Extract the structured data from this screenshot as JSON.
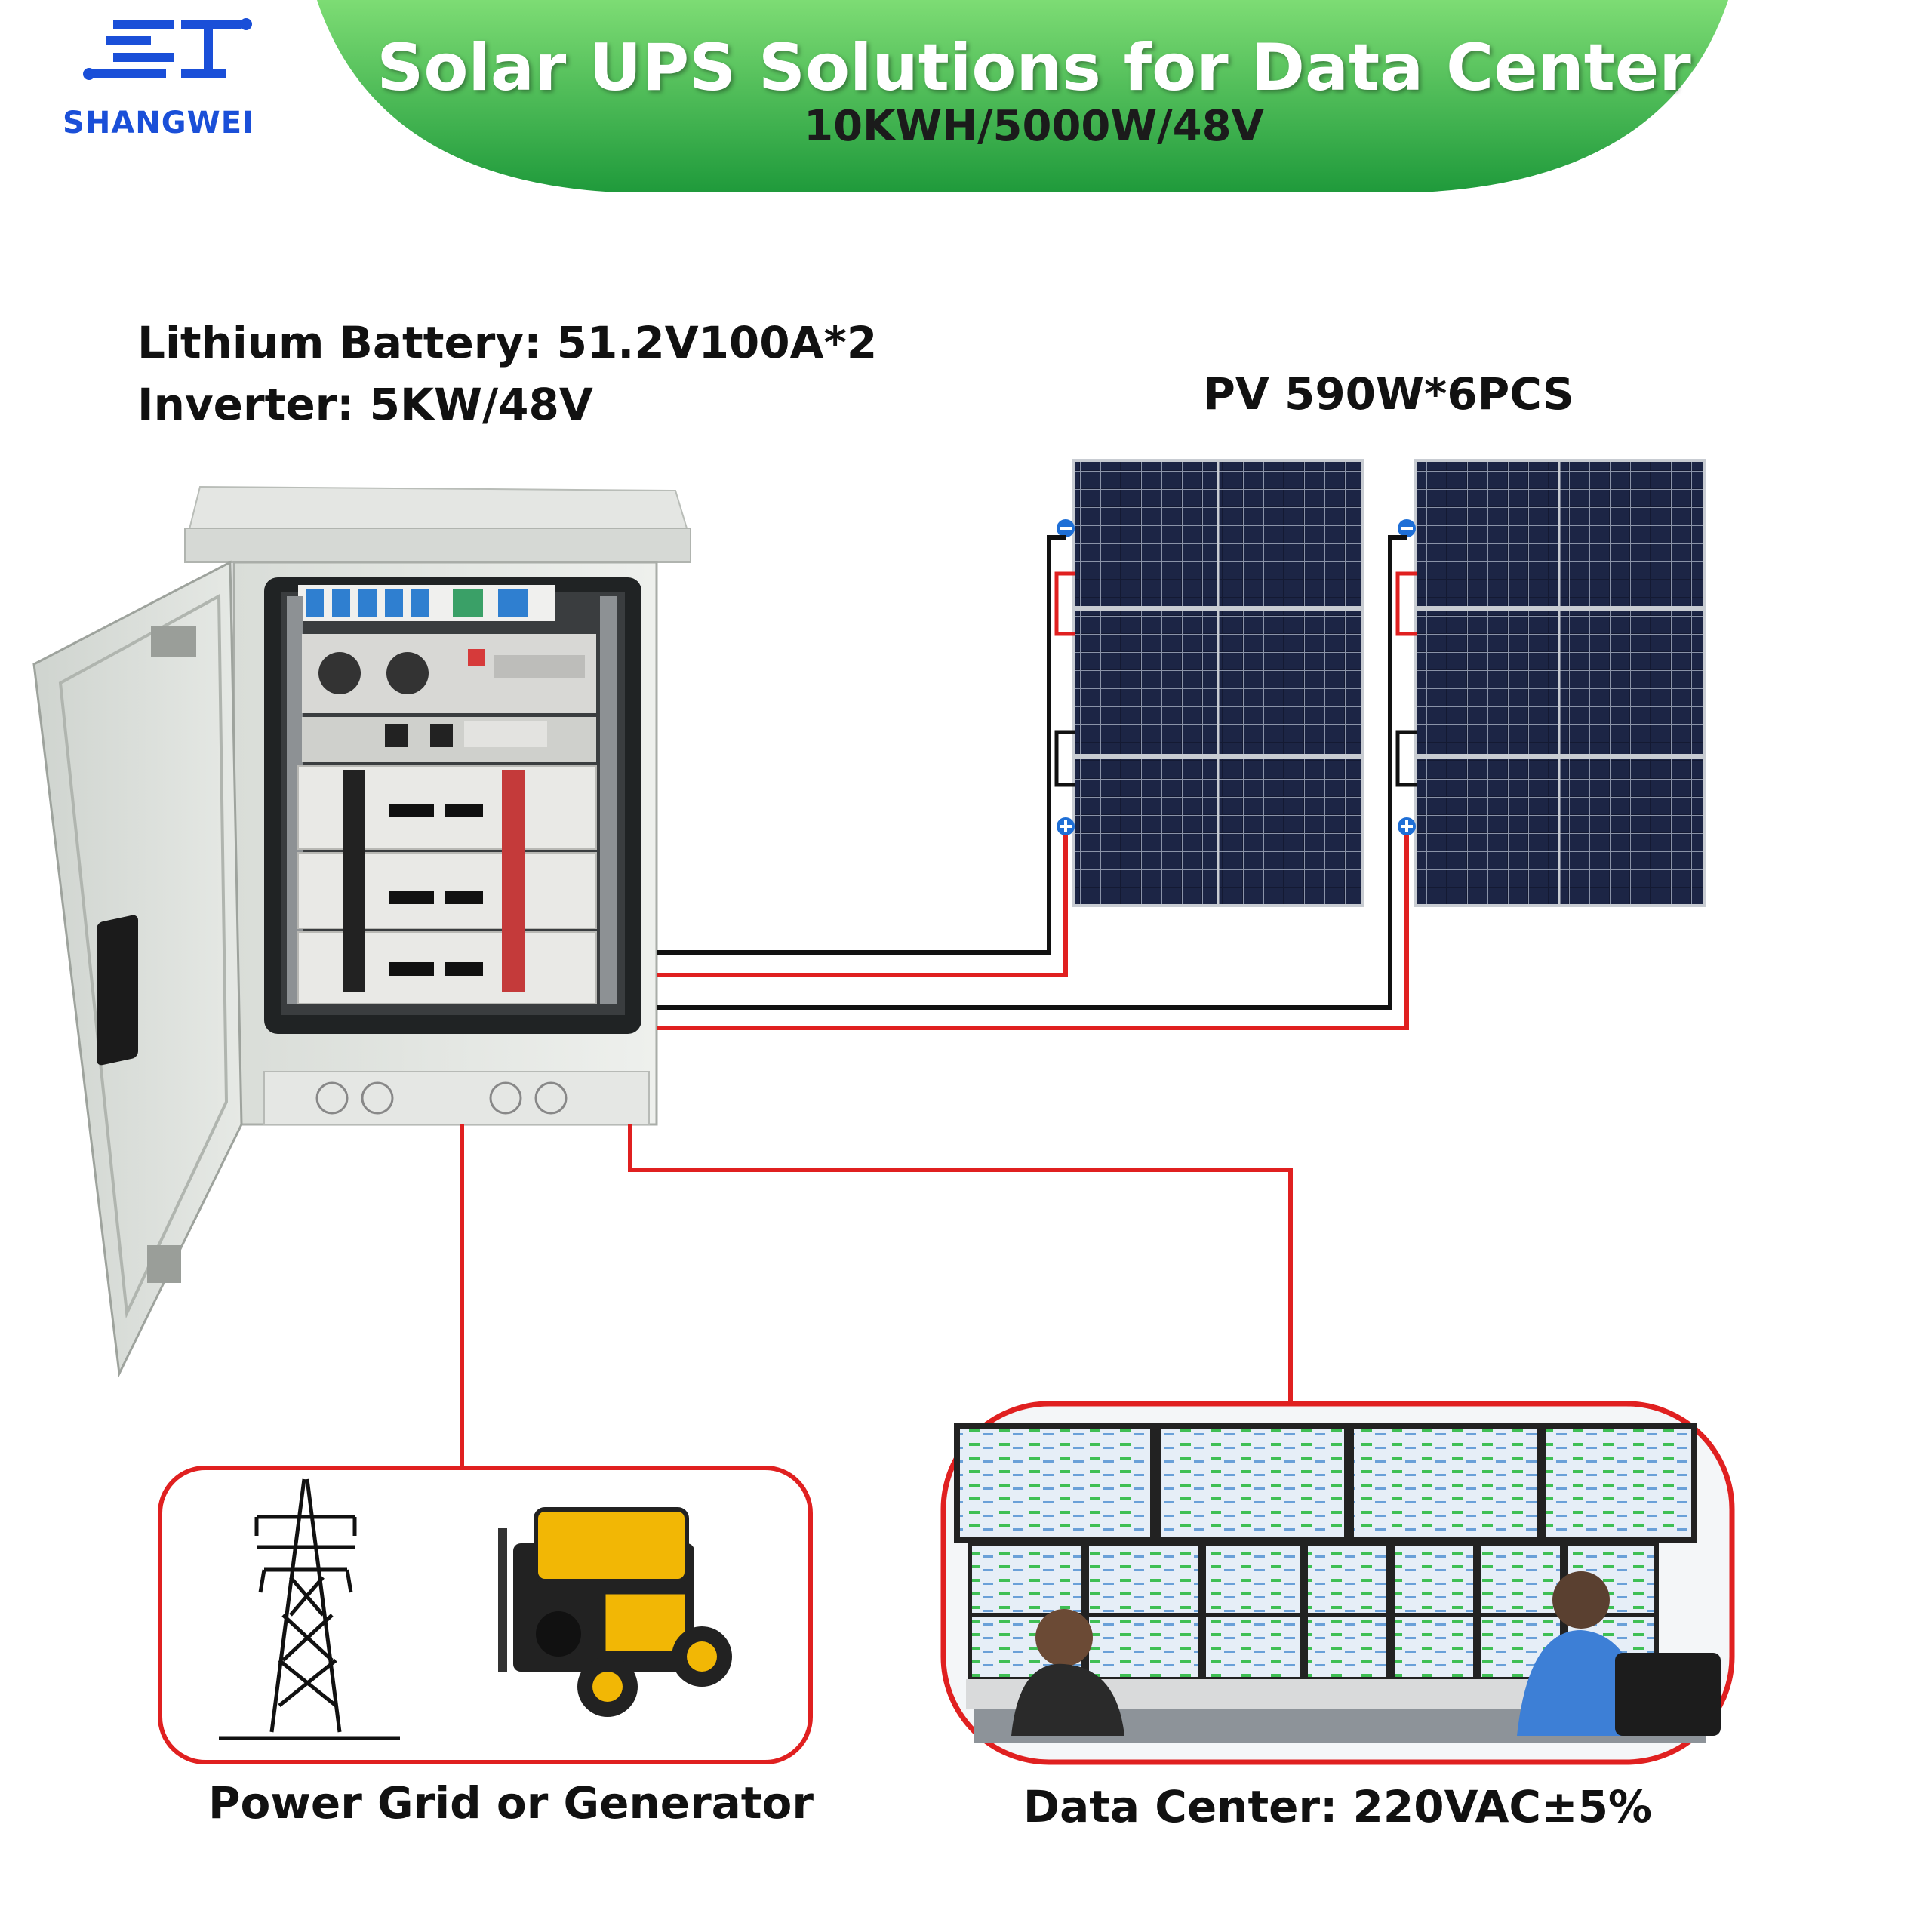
{
  "brand": {
    "name": "SHANGWEI",
    "logo_letters": "SJ",
    "color": "#1a4fd8"
  },
  "banner": {
    "title": "Solar UPS Solutions for Data Center",
    "subtitle": "10KWH/5000W/48V",
    "color_light": "#6dd36a",
    "color_dark": "#1d9a3a"
  },
  "cabinet_specs": {
    "battery": "Lithium Battery: 51.2V100A*2",
    "inverter": "Inverter:  5KW/48V"
  },
  "pv": {
    "label": "PV 590W*6PCS",
    "strings": 2,
    "panels_per_string": 3
  },
  "sources": {
    "caption": "Power Grid or Generator",
    "items": [
      "power-tower",
      "generator"
    ]
  },
  "load": {
    "caption": "Data Center:  220VAC±5%"
  },
  "wiring": {
    "positive_color": "#e02020",
    "negative_color": "#111111"
  }
}
